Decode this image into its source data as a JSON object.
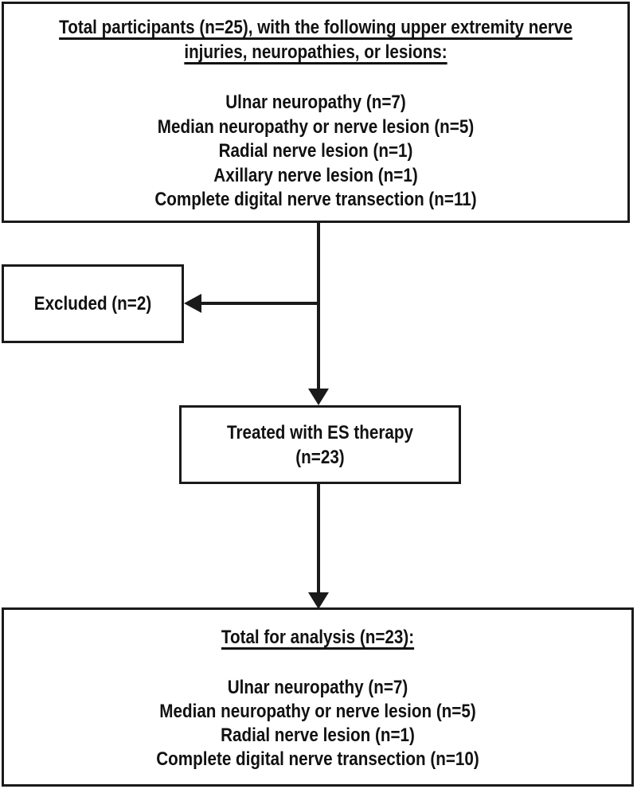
{
  "diagram": {
    "type": "participant-flow",
    "colors": {
      "background": "#ffffff",
      "line": "#1a1a1a",
      "text": "#111111"
    },
    "top_box": {
      "heading_line1": "Total participants (n=25), with the following upper extremity nerve",
      "heading_line2": "injuries, neuropathies, or lesions:",
      "items": [
        "Ulnar neuropathy (n=7)",
        "Median neuropathy or nerve lesion (n=5)",
        "Radial nerve lesion (n=1)",
        "Axillary nerve lesion (n=1)",
        "Complete digital nerve transection (n=11)"
      ]
    },
    "excluded_box": {
      "label": "Excluded (n=2)"
    },
    "treated_box": {
      "line1": "Treated with ES therapy",
      "line2": "(n=23)"
    },
    "bottom_box": {
      "heading": "Total for analysis (n=23):",
      "items": [
        "Ulnar neuropathy (n=7)",
        "Median neuropathy or nerve lesion (n=5)",
        "Radial nerve lesion (n=1)",
        "Complete digital nerve transection (n=10)"
      ]
    }
  }
}
